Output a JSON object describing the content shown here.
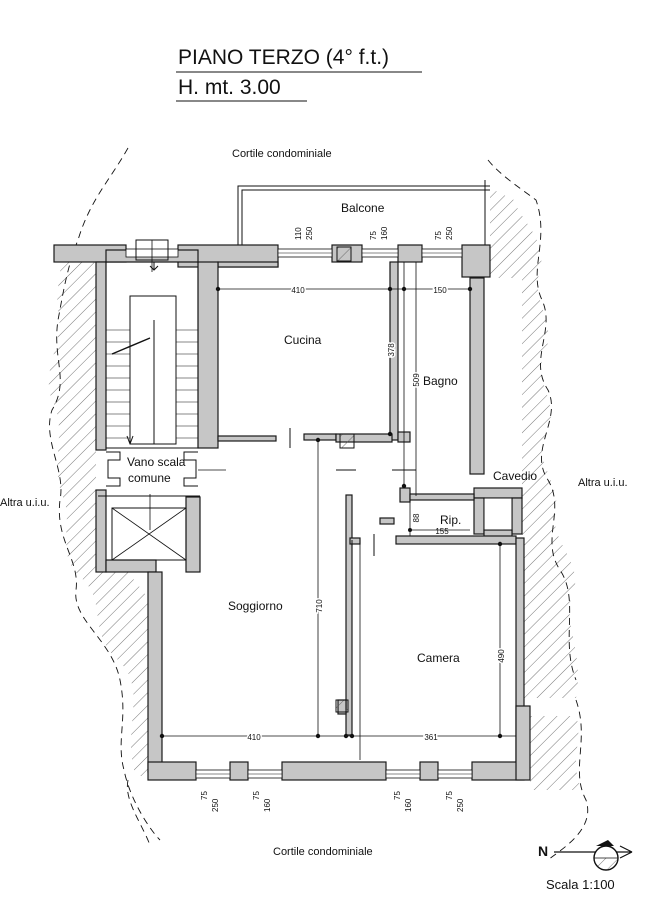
{
  "title": {
    "line1": "PIANO TERZO (4° f.t.)",
    "line2": "H. mt. 3.00"
  },
  "exterior": {
    "top": "Cortile condominiale",
    "bottom": "Cortile condominiale",
    "left": "Altra u.i.u.",
    "right": "Altra u.i.u."
  },
  "rooms": {
    "balcone": "Balcone",
    "cucina": "Cucina",
    "bagno": "Bagno",
    "vano_scala_1": "Vano scala",
    "vano_scala_2": "comune",
    "cavedio": "Cavedio",
    "rip": "Rip.",
    "soggiorno": "Soggiorno",
    "camera": "Camera"
  },
  "dimensions": {
    "cucina_width": "410",
    "bagno_width": "150",
    "cucina_depth": "378",
    "bagno_depth": "509",
    "soggiorno_depth": "710",
    "camera_depth": "490",
    "soggiorno_width": "410",
    "camera_width": "361",
    "rip_width": "155",
    "rip_depth": "88",
    "win_top_1a": "110",
    "win_top_1b": "250",
    "win_top_2a": "75",
    "win_top_2b": "160",
    "win_top_3a": "75",
    "win_top_3b": "250",
    "win_bot_1a": "75",
    "win_bot_1b": "250",
    "win_bot_2a": "75",
    "win_bot_2b": "160",
    "win_bot_3a": "75",
    "win_bot_3b": "160",
    "win_bot_4a": "75",
    "win_bot_4b": "250"
  },
  "compass": {
    "north": "N"
  },
  "scale": "Scala 1:100"
}
